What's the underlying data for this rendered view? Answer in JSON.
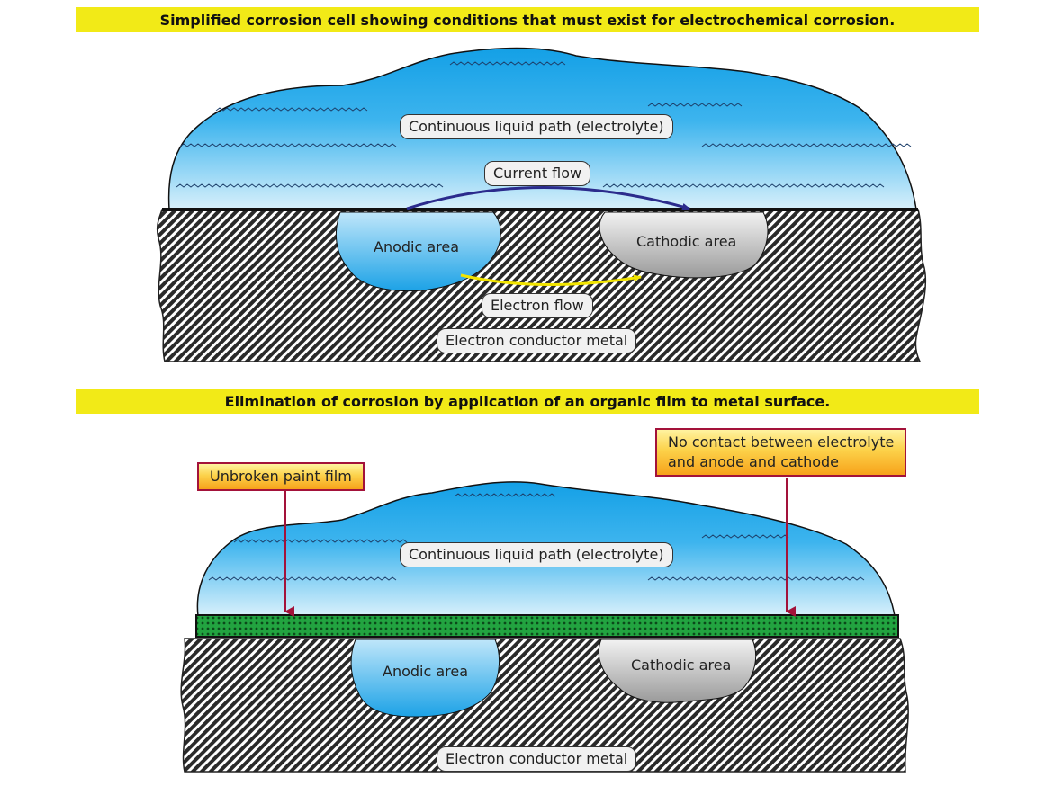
{
  "top_panel": {
    "banner": "Simplified corrosion cell showing conditions that must exist for electrochemical corrosion.",
    "electrolyte_label": "Continuous liquid path (electrolyte)",
    "current_flow_label": "Current flow",
    "anodic_label": "Anodic area",
    "cathodic_label": "Cathodic area",
    "electron_flow_label": "Electron flow",
    "metal_label": "Electron conductor metal"
  },
  "bottom_panel": {
    "banner": "Elimination of corrosion by application of an organic film to metal surface.",
    "electrolyte_label": "Continuous liquid path (electrolyte)",
    "paint_callout": "Unbroken paint film",
    "contact_callout_line1": "No contact between electrolyte",
    "contact_callout_line2": "and anode and cathode",
    "anodic_label": "Anodic area",
    "cathodic_label": "Cathodic area",
    "metal_label": "Electron conductor metal"
  },
  "colors": {
    "banner": "#f2ea17",
    "electrolyte_top": "#1aa3e8",
    "electrolyte_bottom": "#d7effb",
    "metal_stripes": "#262626",
    "paint_film": "#1b9a3a",
    "current_arrow": "#2b2b8c",
    "electron_arrow": "#f2e500",
    "callout_border": "#a3123a"
  }
}
